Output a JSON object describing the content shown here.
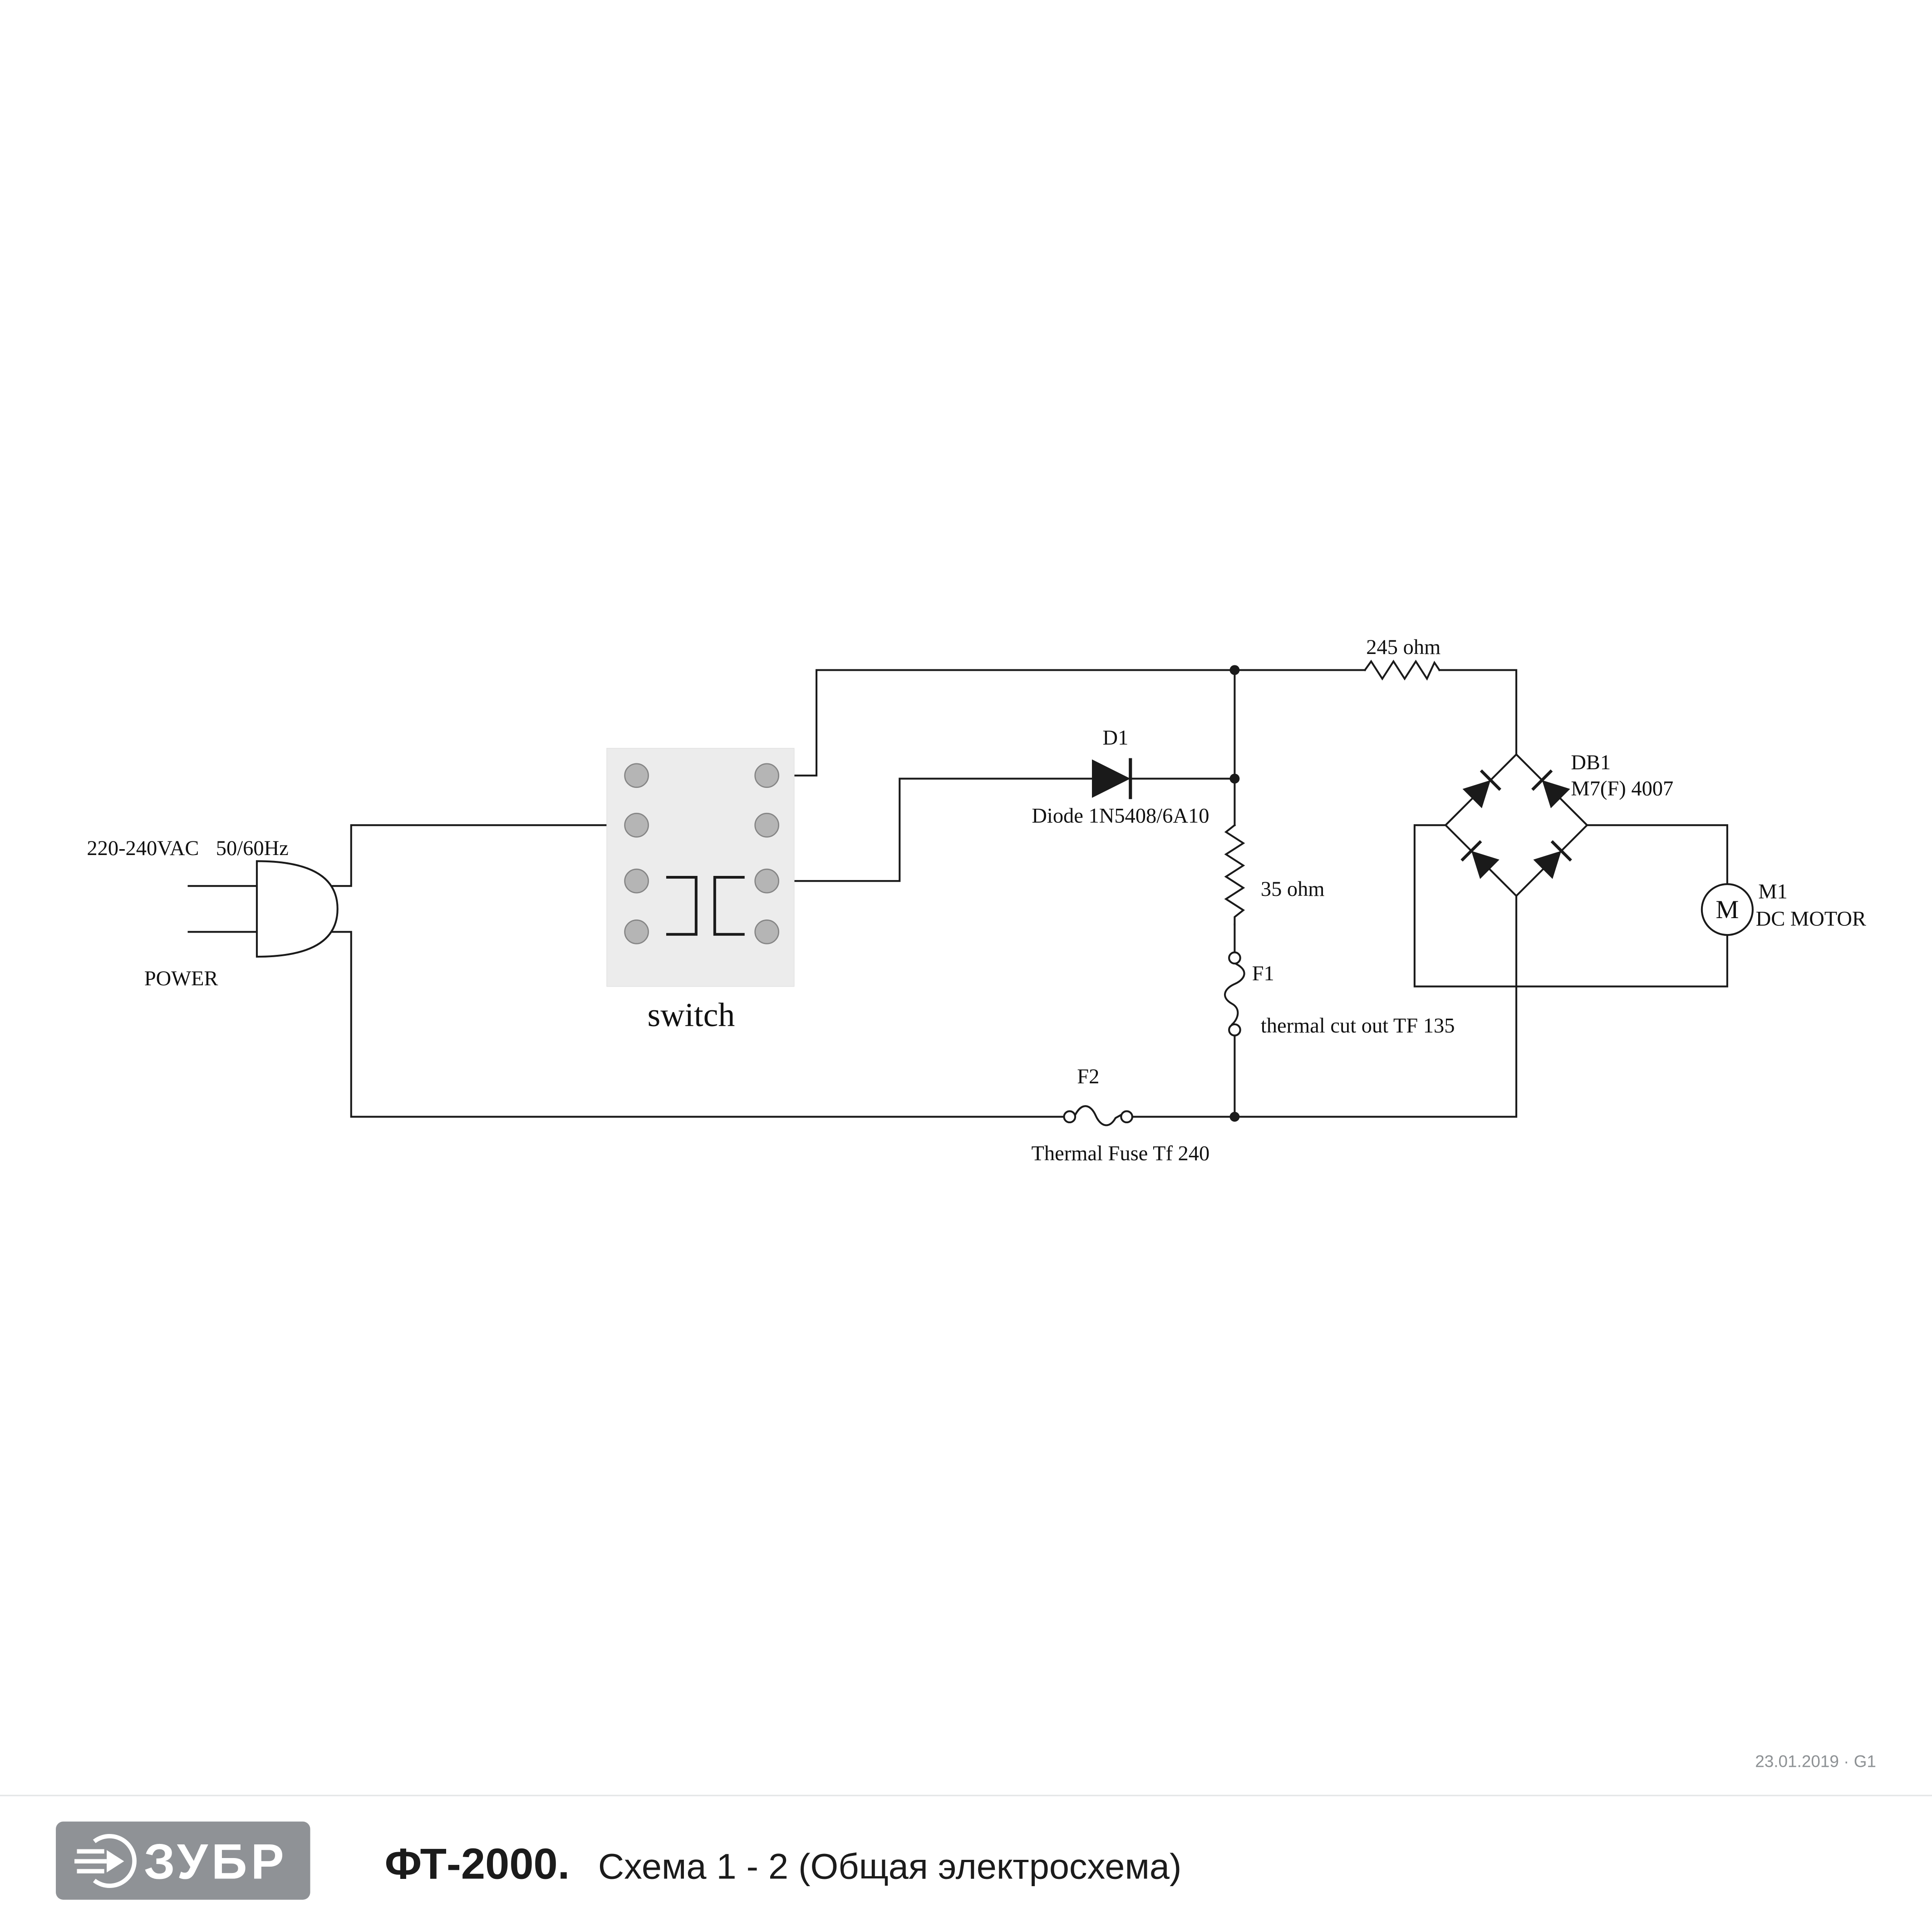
{
  "schematic": {
    "power": {
      "rating_voltage": "220-240VAC",
      "rating_frequency": "50/60Hz",
      "label": "POWER"
    },
    "switch": {
      "label": "switch"
    },
    "r245": {
      "value": "245 ohm"
    },
    "d1": {
      "ref": "D1",
      "part": "Diode 1N5408/6A10"
    },
    "r35": {
      "value": "35 ohm"
    },
    "f1": {
      "ref": "F1",
      "part": "thermal cut out TF 135"
    },
    "f2": {
      "ref": "F2",
      "part": "Thermal Fuse Tf 240"
    },
    "db1": {
      "ref": "DB1",
      "part": "M7(F) 4007"
    },
    "m1": {
      "ref": "M1",
      "part": "DC MOTOR",
      "letter": "M"
    }
  },
  "revision": "23.01.2019 · G1",
  "footer": {
    "brand": "ЗУБР",
    "model": "ФТ-2000.",
    "subtitle": "Схема 1 - 2 (Общая электросхема)"
  },
  "colors": {
    "ink": "#1a1a1a",
    "switch_panel": "#ececec",
    "pin": "#b5b5b5",
    "logo": "#8f9296",
    "muted_text": "#8d9194"
  }
}
